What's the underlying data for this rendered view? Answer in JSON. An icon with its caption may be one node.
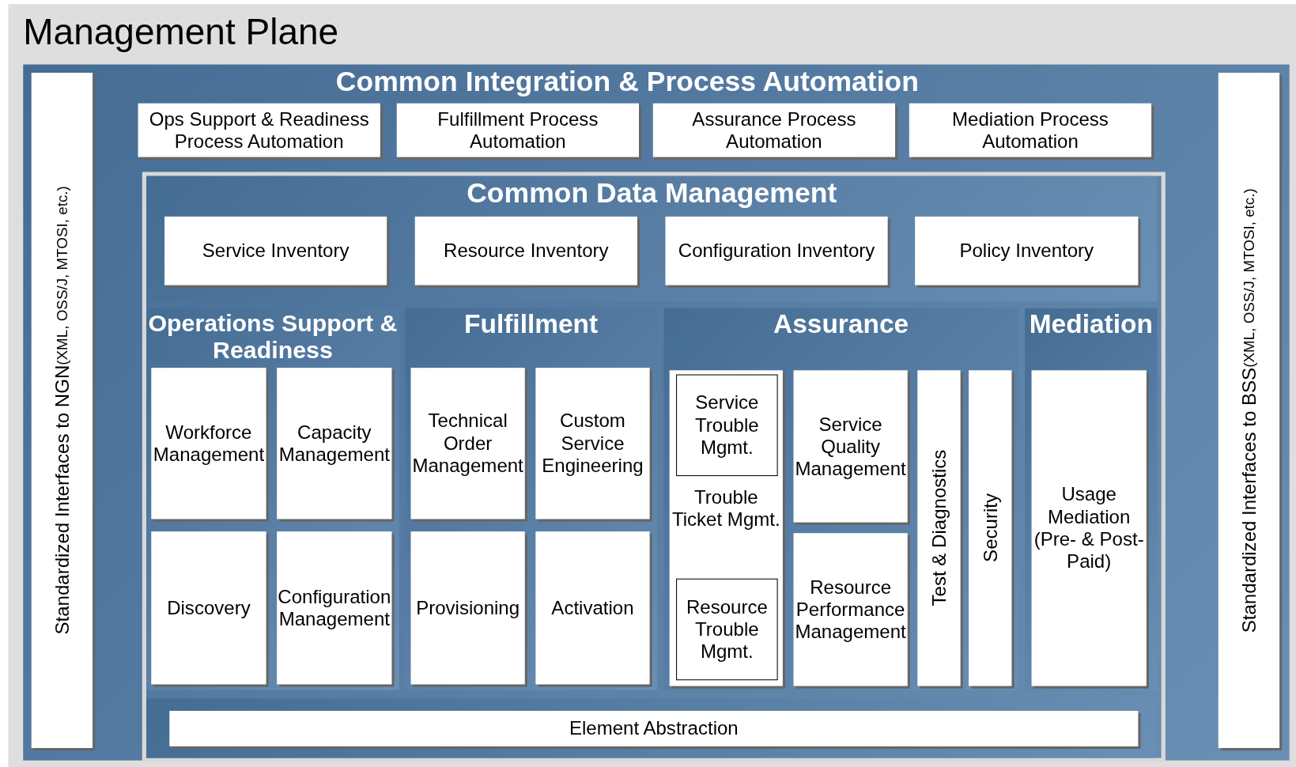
{
  "diagram": {
    "title": "Management Plane",
    "nodes": [
      {
        "text": [
          "Common Integration & Process Automation"
        ]
      },
      {
        "text": [
          "Standardized Interfaces to NGN",
          "(XML, OSS/J, MTOSI, etc.)"
        ],
        "in": 0
      },
      {
        "text": [
          "Standardized Interfaces to BSS",
          "(XML, OSS/J, MTOSI, etc.)"
        ],
        "in": 0
      },
      {
        "text": [
          "Ops Support & Readiness Process Automation"
        ],
        "in": 0
      },
      {
        "text": [
          "Fulfillment Process Automation"
        ],
        "in": 0
      },
      {
        "text": [
          "Assurance Process Automation"
        ],
        "in": 0
      },
      {
        "text": [
          "Mediation Process Automation"
        ],
        "in": 0
      },
      {
        "text": [
          "Common Data Management"
        ],
        "in": 0
      },
      {
        "text": [
          "Service Inventory"
        ],
        "in": 7
      },
      {
        "text": [
          "Resource Inventory"
        ],
        "in": 7
      },
      {
        "text": [
          "Configuration Inventory"
        ],
        "in": 7
      },
      {
        "text": [
          "Policy Inventory"
        ],
        "in": 7
      },
      {
        "text": [
          "Operations Support & Readiness"
        ],
        "in": 0
      },
      {
        "text": [
          "Workforce Management"
        ],
        "in": 12
      },
      {
        "text": [
          "Capacity Management"
        ],
        "in": 12
      },
      {
        "text": [
          "Discovery"
        ],
        "in": 12
      },
      {
        "text": [
          "Configuration Management"
        ],
        "in": 12
      },
      {
        "text": [
          "Fulfillment"
        ],
        "in": 0
      },
      {
        "text": [
          "Technical Order Management"
        ],
        "in": 17
      },
      {
        "text": [
          "Custom Service Engineering"
        ],
        "in": 17
      },
      {
        "text": [
          "Provisioning"
        ],
        "in": 17
      },
      {
        "text": [
          "Activation"
        ],
        "in": 17
      },
      {
        "text": [
          "Assurance"
        ],
        "in": 0
      },
      {
        "text": [
          "Trouble Ticket Mgmt."
        ],
        "in": 22
      },
      {
        "text": [
          "Service Trouble Mgmt."
        ],
        "in": 23
      },
      {
        "text": [
          "Resource Trouble Mgmt."
        ],
        "in": 23
      },
      {
        "text": [
          "Service Quality Management"
        ],
        "in": 22
      },
      {
        "text": [
          "Resource Performance Management"
        ],
        "in": 22
      },
      {
        "text": [
          "Test & Diagnostics"
        ],
        "in": 22
      },
      {
        "text": [
          "Security"
        ],
        "in": 22
      },
      {
        "text": [
          "Mediation"
        ],
        "in": 0
      },
      {
        "text": [
          "Usage Mediation (Pre- & Post-Paid)"
        ],
        "in": 30
      },
      {
        "text": [
          "Element Abstraction"
        ],
        "in": 0
      }
    ]
  }
}
